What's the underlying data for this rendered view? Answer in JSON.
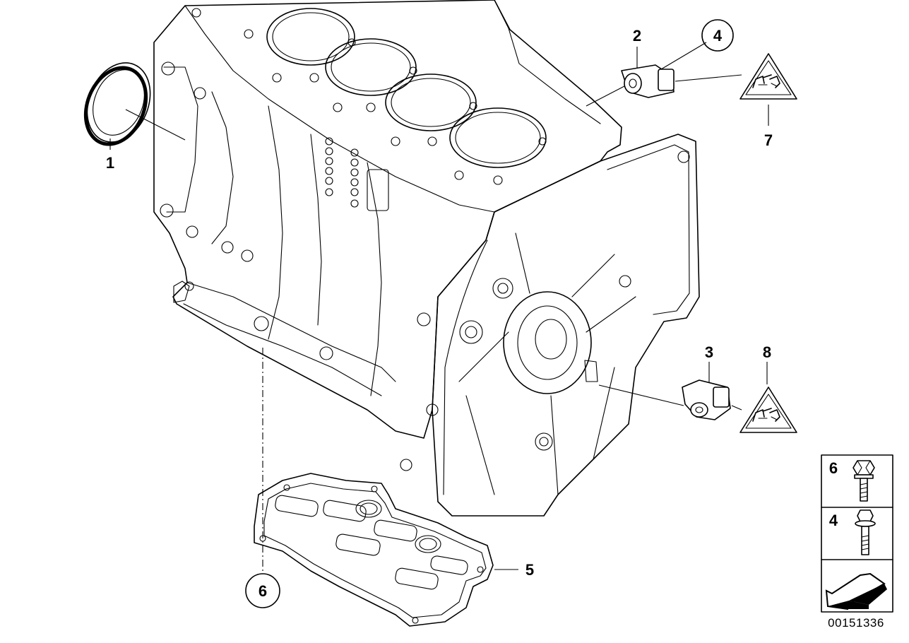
{
  "callouts": [
    {
      "id": "1",
      "label": "1",
      "circled": false
    },
    {
      "id": "2",
      "label": "2",
      "circled": false
    },
    {
      "id": "3",
      "label": "3",
      "circled": false
    },
    {
      "id": "4",
      "label": "4",
      "circled": true
    },
    {
      "id": "5",
      "label": "5",
      "circled": false
    },
    {
      "id": "6",
      "label": "6",
      "circled": true
    },
    {
      "id": "7",
      "label": "7",
      "circled": false
    },
    {
      "id": "8",
      "label": "8",
      "circled": false
    }
  ],
  "legend": {
    "items": [
      {
        "label": "6",
        "icon": "hex-bolt-short-icon"
      },
      {
        "label": "4",
        "icon": "hex-bolt-long-icon"
      }
    ],
    "arrow_icon": "direction-arrow-icon"
  },
  "diagram_id": "00151336"
}
